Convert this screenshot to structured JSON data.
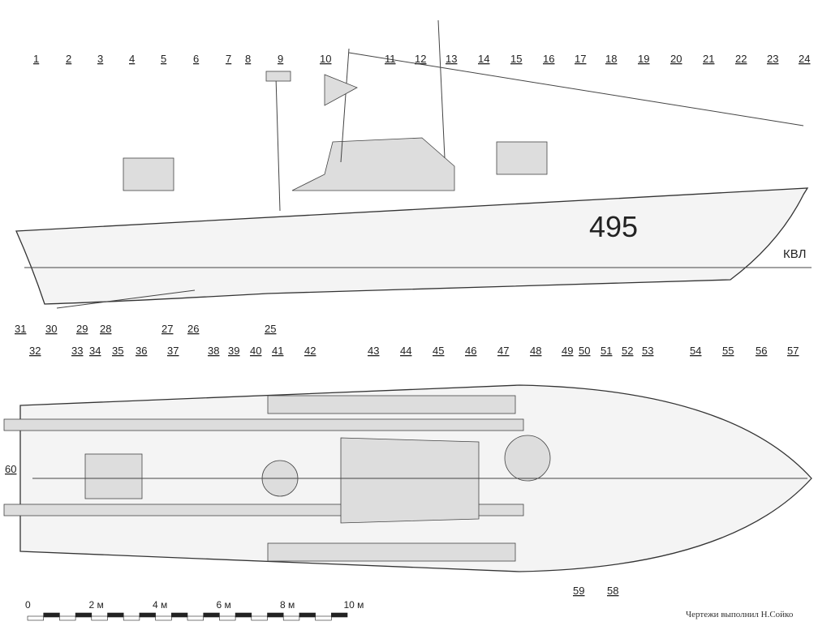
{
  "callouts": [
    "1",
    "2",
    "3",
    "4",
    "5",
    "6",
    "7",
    "8",
    "9",
    "10",
    "11",
    "12",
    "13",
    "14",
    "15",
    "16",
    "17",
    "18",
    "19",
    "20",
    "21",
    "22",
    "23",
    "24",
    "25",
    "26",
    "27",
    "28",
    "29",
    "30",
    "31",
    "32",
    "33",
    "34",
    "35",
    "36",
    "37",
    "38",
    "39",
    "40",
    "41",
    "42",
    "43",
    "44",
    "45",
    "46",
    "47",
    "48",
    "49",
    "50",
    "51",
    "52",
    "53",
    "54",
    "55",
    "56",
    "57",
    "58",
    "59",
    "60"
  ],
  "hull_number": "495",
  "waterline_label": "КВЛ",
  "scale": {
    "labels": [
      "0",
      "2 м",
      "4 м",
      "6 м",
      "8 м",
      "10 м"
    ]
  },
  "credit": "Чертежи выполнил Н.Сойко"
}
